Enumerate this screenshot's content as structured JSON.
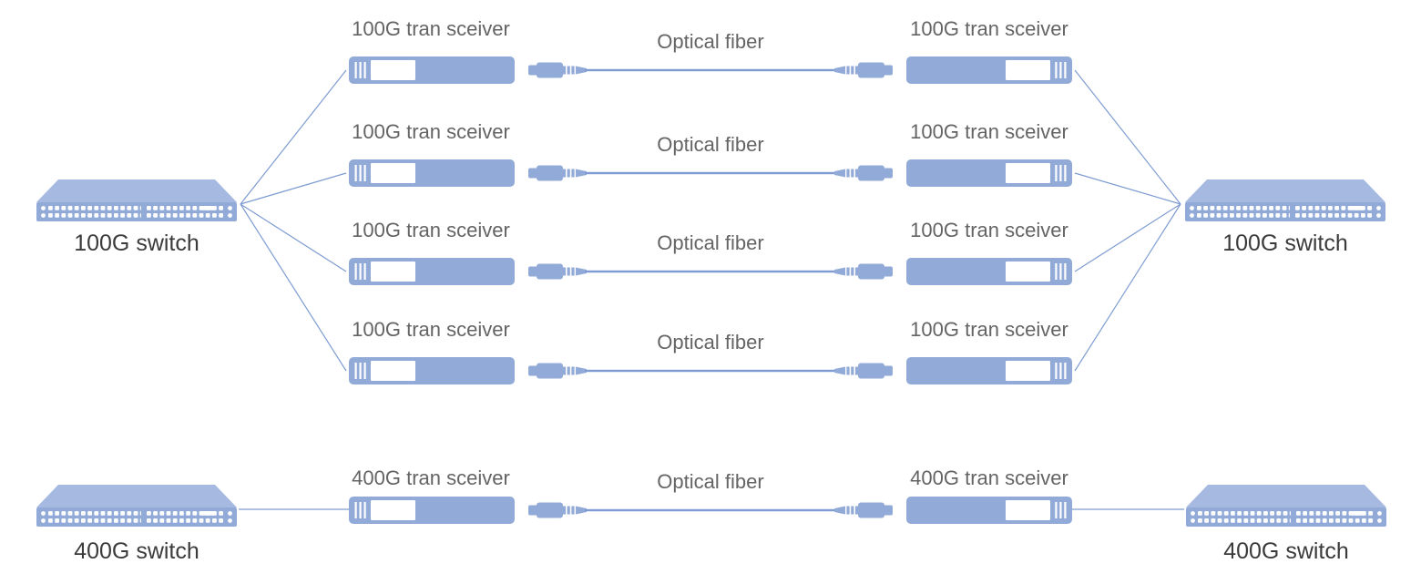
{
  "links": [
    {
      "left_label": "100G tran sceiver",
      "fiber_label": "Optical fiber",
      "right_label": "100G tran sceiver"
    },
    {
      "left_label": "100G tran sceiver",
      "fiber_label": "Optical fiber",
      "right_label": "100G tran sceiver"
    },
    {
      "left_label": "100G tran sceiver",
      "fiber_label": "Optical fiber",
      "right_label": "100G tran sceiver"
    },
    {
      "left_label": "100G tran sceiver",
      "fiber_label": "Optical fiber",
      "right_label": "100G tran sceiver"
    },
    {
      "left_label": "400G tran sceiver",
      "fiber_label": "Optical fiber",
      "right_label": "400G tran sceiver"
    }
  ],
  "switches": {
    "top_left": {
      "label": "100G switch"
    },
    "top_right": {
      "label": "100G switch"
    },
    "bottom_left": {
      "label": "400G switch"
    },
    "bottom_right": {
      "label": "400G switch"
    }
  },
  "icons": {
    "switch": "switch-icon",
    "transceiver": "transceiver-icon",
    "optical_fiber": "optical-fiber-icon",
    "connection_lines": "connection-lines"
  },
  "colors": {
    "device_blue": "#92AAD7",
    "device_blue_light": "#A6BAE1",
    "line_blue": "#7E9CD2",
    "label_gray": "#646464",
    "switch_label_dark": "#3B3B3B",
    "background": "#FFFFFF"
  }
}
